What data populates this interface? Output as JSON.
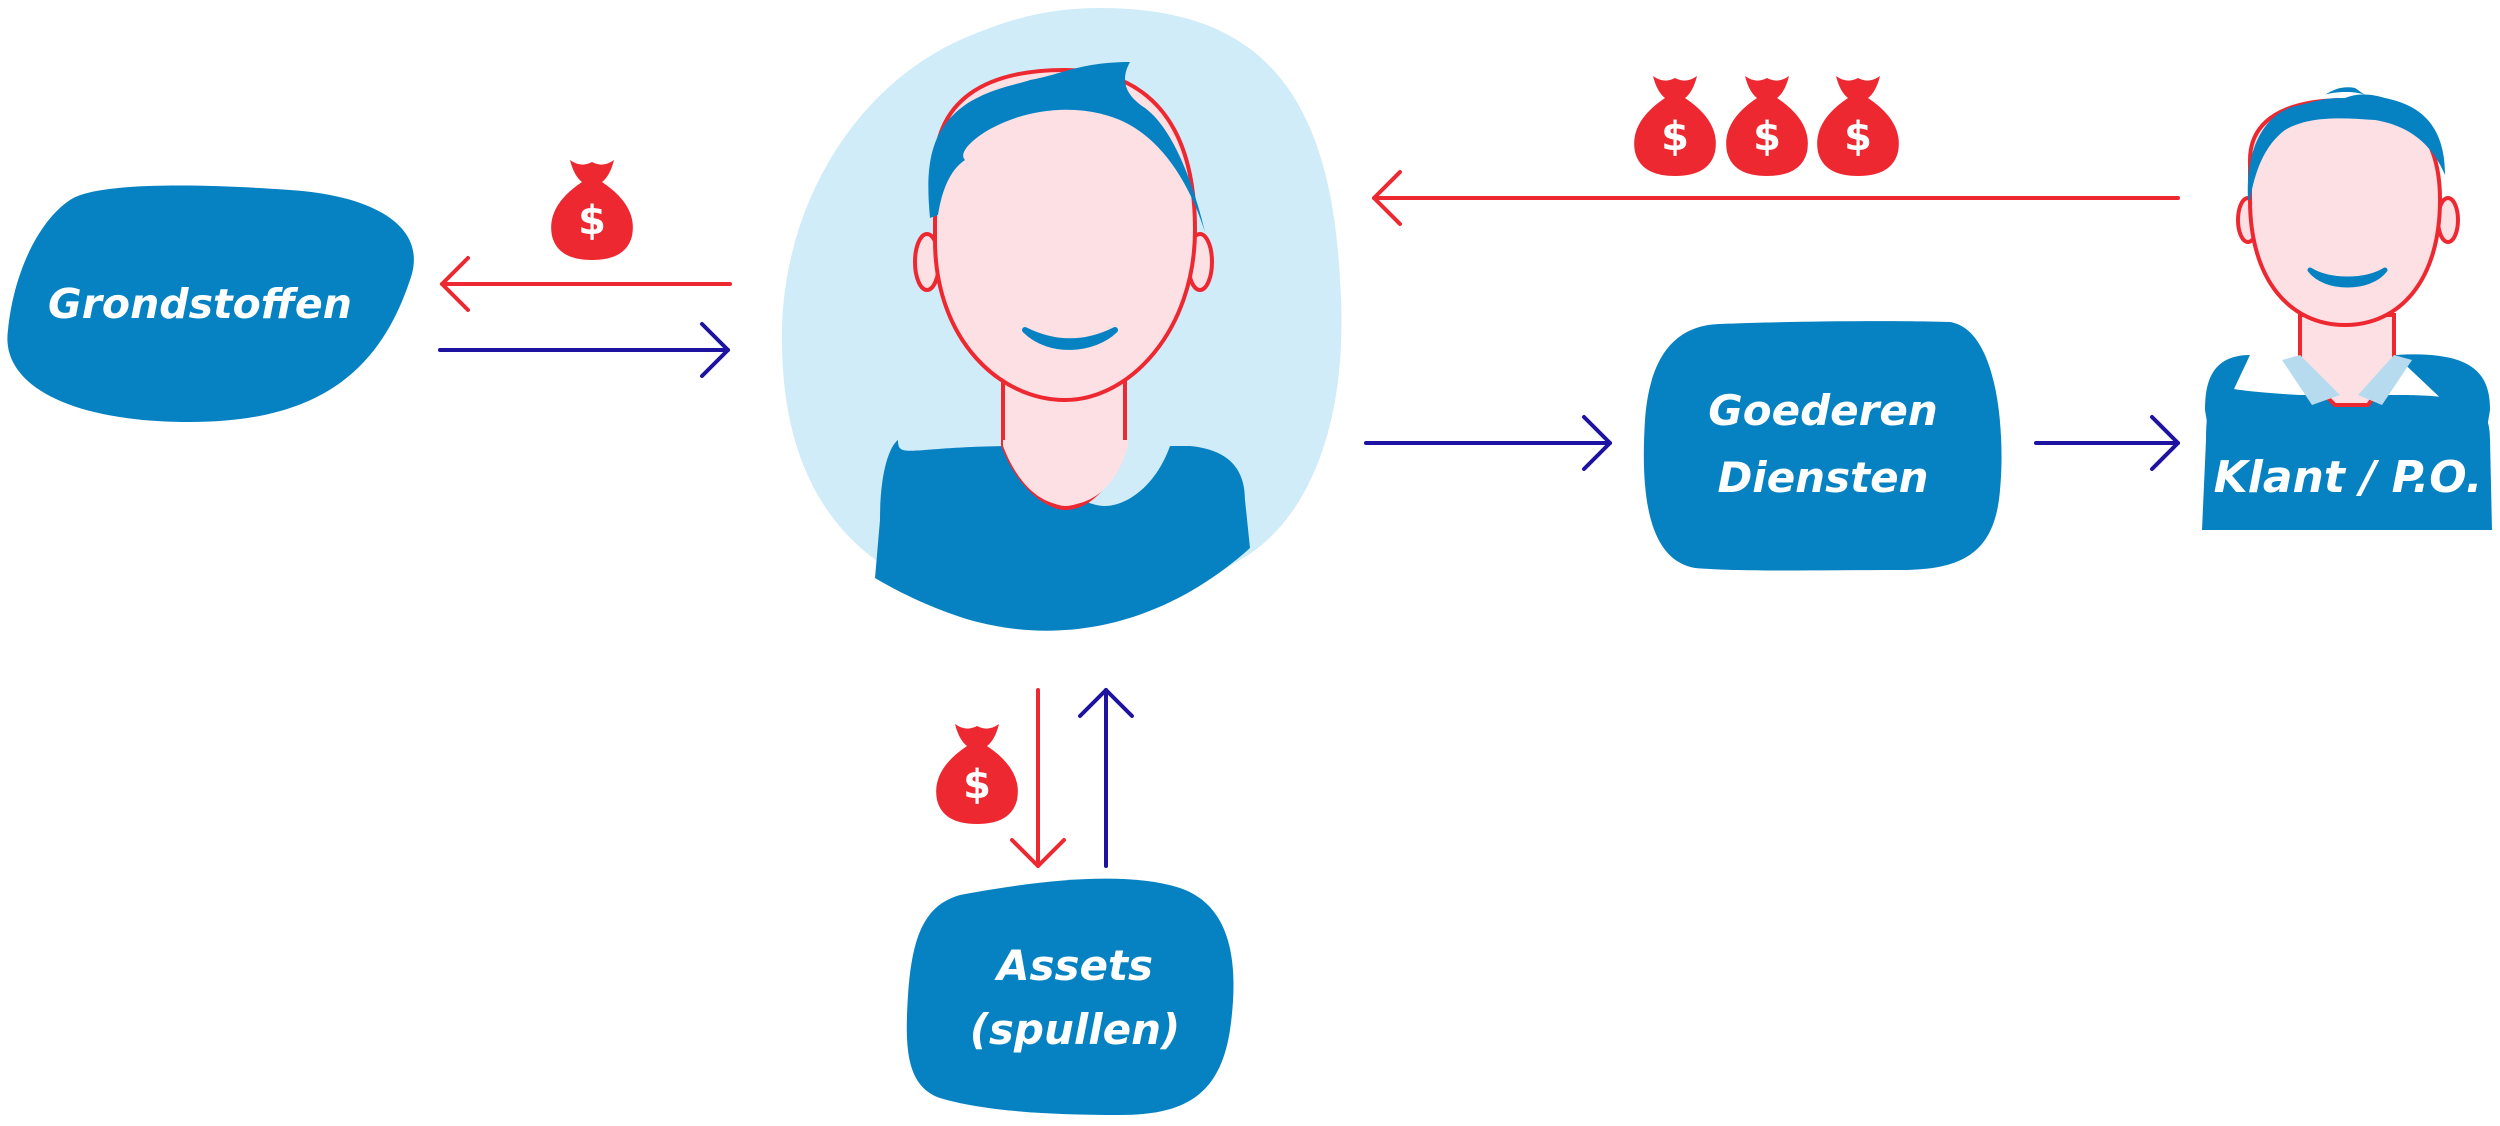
{
  "nodes": {
    "grondstoffen": {
      "label": "Grondstoffen"
    },
    "goederen": {
      "line1": "Goederen",
      "line2": "Diensten"
    },
    "assets": {
      "line1": "Assets",
      "line2": "(spullen)"
    },
    "klant": {
      "label": "Klant / P.O."
    }
  },
  "money_symbol": "$",
  "icons": {
    "money_bag": "money-bag-icon",
    "entrepreneur": "entrepreneur-avatar",
    "customer": "customer-avatar"
  },
  "colors": {
    "blob_blue": "#0682c2",
    "light_blue": "#d0ecf8",
    "skin": "#fde0e4",
    "red": "#ee2830",
    "navy": "#1e12a0",
    "hair": "#0682c2",
    "collar": "#b6dbef"
  }
}
